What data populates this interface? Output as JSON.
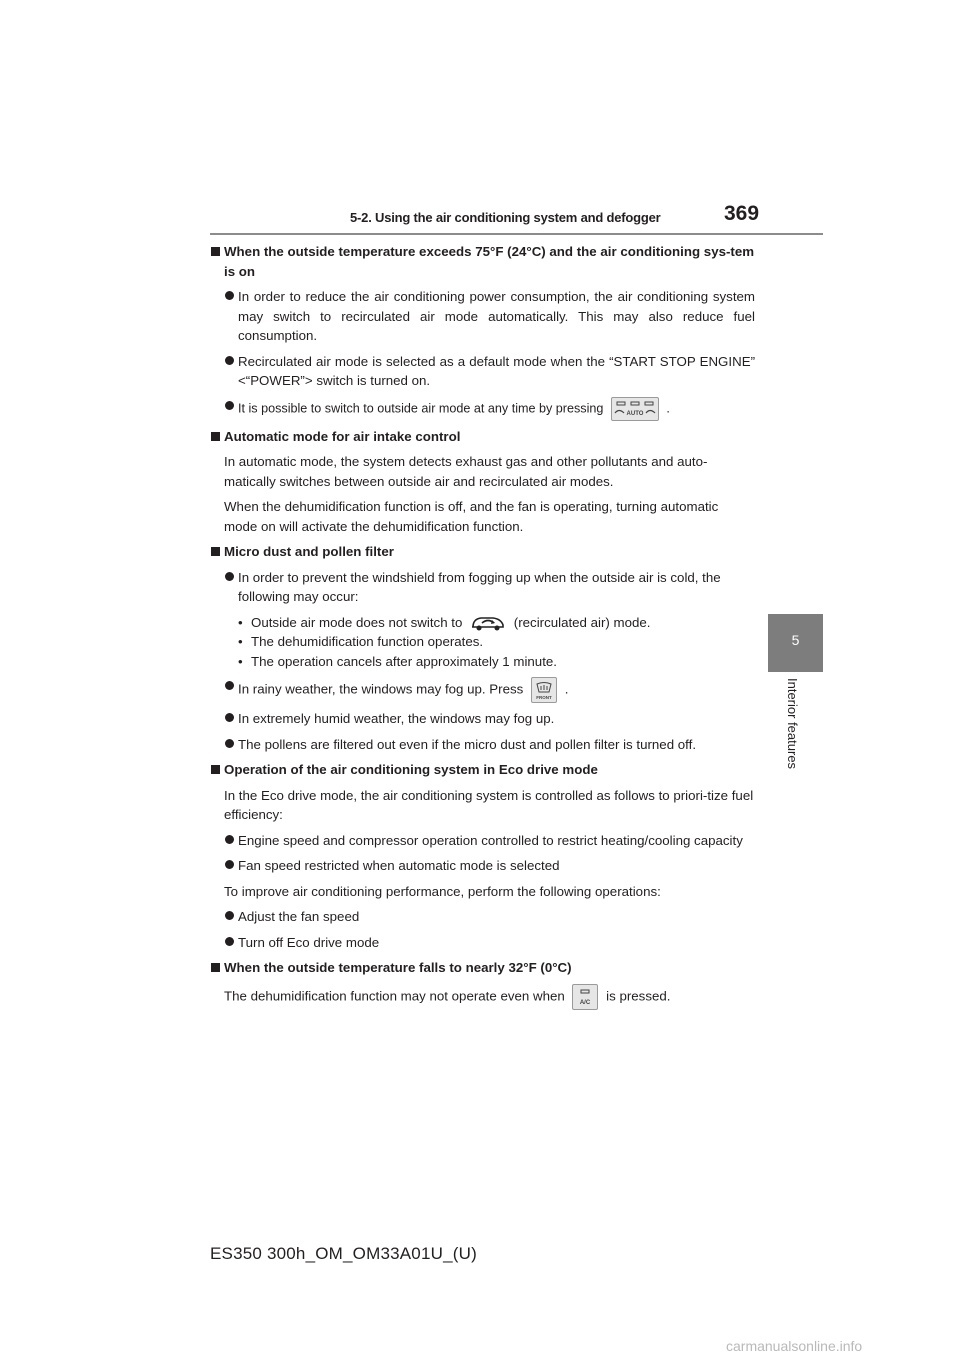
{
  "header": {
    "section_title": "5-2. Using the air conditioning system and defogger",
    "page_number": "369"
  },
  "side_tab": {
    "chapter_number": "5",
    "chapter_label": "Interior features"
  },
  "sections": {
    "s1": {
      "heading": "When the outside temperature exceeds 75°F (24°C) and the air conditioning sys-tem is on",
      "b1": "In order to reduce the air conditioning power consumption, the air conditioning system may switch to recirculated air mode automatically. This may also reduce fuel consumption.",
      "b2": "Recirculated air mode is selected as a default mode when the “START STOP ENGINE” <“POWER”> switch is turned on.",
      "b3_before": "It is possible to switch to outside air mode at any time by pressing",
      "b3_after": "."
    },
    "s2": {
      "heading": "Automatic mode for air intake control",
      "p1": "In automatic mode, the system detects exhaust gas and other pollutants and auto-matically switches between outside air and recirculated air modes.",
      "p2": "When the dehumidification function is off, and the fan is operating, turning automatic mode on will activate the dehumidification function."
    },
    "s3": {
      "heading": "Micro dust and pollen filter",
      "b1": "In order to prevent the windshield from fogging up when the outside air is cold, the following may occur:",
      "sub1_before": "Outside air mode does not switch to",
      "sub1_after": "(recirculated air) mode.",
      "sub2": "The dehumidification function operates.",
      "sub3": "The operation cancels after approximately 1 minute.",
      "b2_before": "In rainy weather, the windows may fog up. Press",
      "b2_after": ".",
      "b3": "In extremely humid weather, the windows may fog up.",
      "b4": "The pollens are filtered out even if the micro dust and pollen filter is turned off."
    },
    "s4": {
      "heading": "Operation of the air conditioning system in Eco drive mode",
      "p1": "In the Eco drive mode, the air conditioning system is controlled as follows to priori-tize fuel efficiency:",
      "b1": "Engine speed and compressor operation controlled to restrict heating/cooling capacity",
      "b2": "Fan speed restricted when automatic mode is selected",
      "p2": "To improve air conditioning performance, perform the following operations:",
      "b3": "Adjust the fan speed",
      "b4": "Turn off Eco drive mode"
    },
    "s5": {
      "heading": "When the outside temperature falls to nearly 32°F (0°C)",
      "p1_before": "The dehumidification function may not operate even when",
      "p1_after": "is pressed."
    }
  },
  "icons": {
    "auto_button": {
      "icon": "auto-air-intake-button-icon",
      "label": "AUTO"
    },
    "recirc": {
      "icon": "recirculated-air-icon"
    },
    "front_defog": {
      "icon": "front-defogger-button-icon",
      "label": "FRONT"
    },
    "ac_button": {
      "icon": "ac-button-icon",
      "label": "A/C"
    }
  },
  "footer": {
    "model_code": "ES350 300h_OM_OM33A01U_(U)",
    "watermark": "carmanualsonline.info"
  }
}
